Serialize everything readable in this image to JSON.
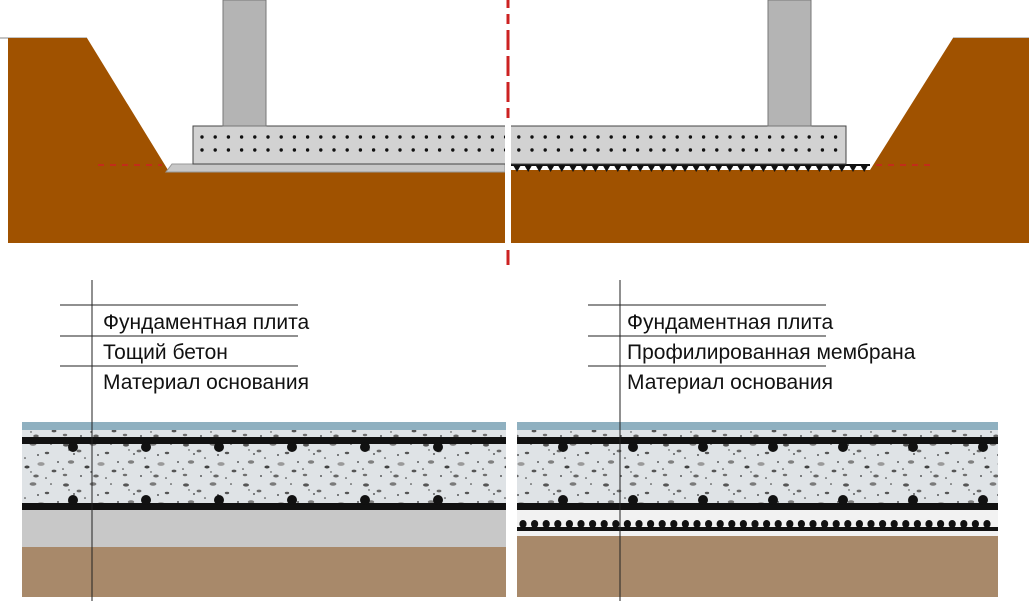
{
  "colors": {
    "soil": "#a05200",
    "column": "#b4b4b4",
    "slab_fill": "#d2d2d2",
    "lean_concrete": "#c8c8c8",
    "base_material": "#a8896a",
    "membrane": "#111111",
    "section_line": "#cc2222",
    "concrete_top": "#8fb0c0"
  },
  "left_detail": {
    "labels": [
      "Фундаментная плита",
      "Тощий бетон",
      "Материал основания"
    ]
  },
  "right_detail": {
    "labels": [
      "Фундаментная плита",
      "Профилированная мембрана",
      "Материал основания"
    ]
  }
}
